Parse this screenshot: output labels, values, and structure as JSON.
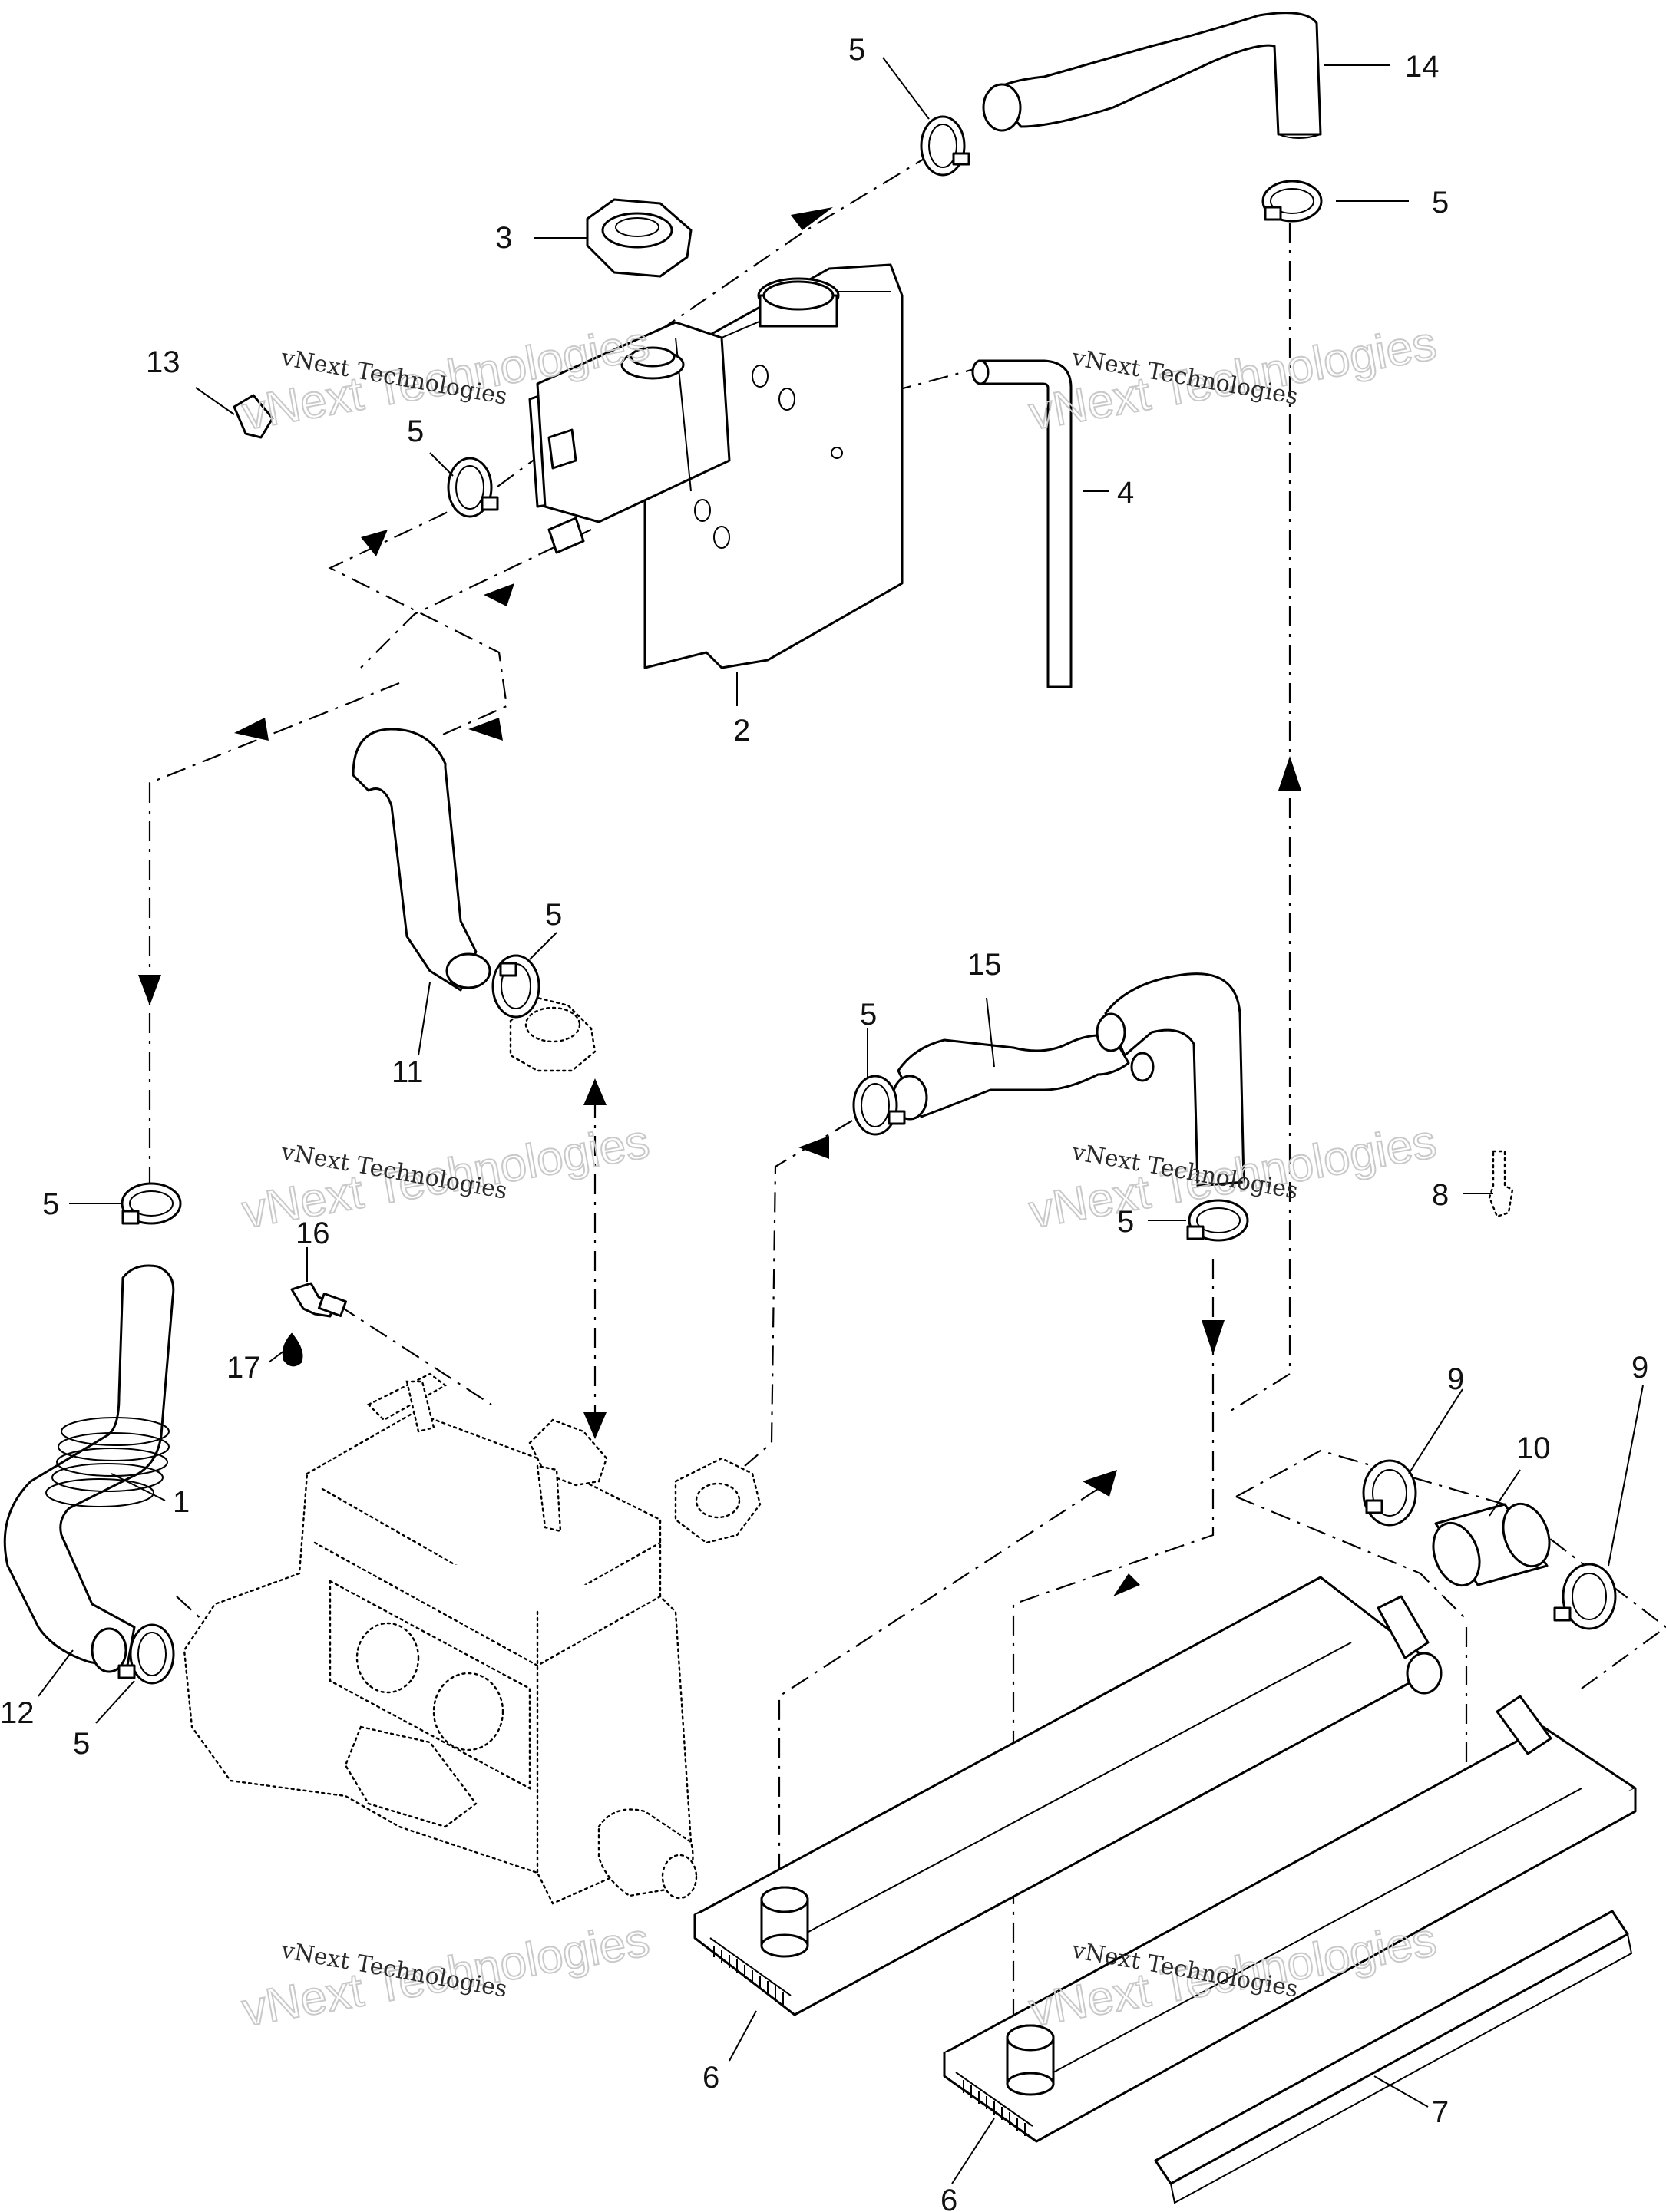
{
  "watermark": {
    "brand_line": "vNext Technologies",
    "big_line": "vNext Technologies"
  },
  "callouts": {
    "c1": "1",
    "c2": "2",
    "c3": "3",
    "c4": "4",
    "c5": "5",
    "c6": "6",
    "c7": "7",
    "c8": "8",
    "c9": "9",
    "c10": "10",
    "c11": "11",
    "c12": "12",
    "c13": "13",
    "c14": "14",
    "c15": "15",
    "c16": "16",
    "c17": "17"
  }
}
